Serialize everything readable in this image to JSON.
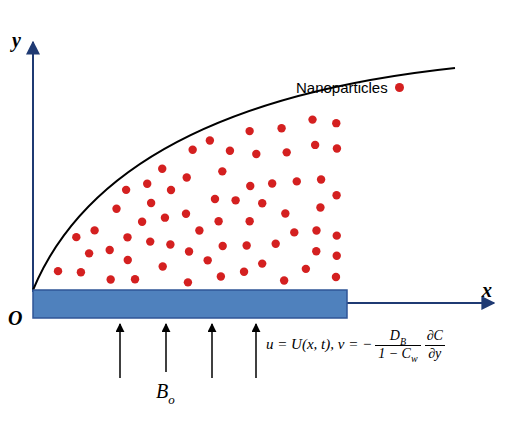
{
  "diagram": {
    "labels": [
      "y",
      "x",
      "O",
      "B",
      "o",
      "u = U(x, t), v = −",
      "D",
      "B",
      "1 − C",
      "w",
      "∂C",
      "∂y"
    ],
    "legend": [
      {
        "text": "Nanoparticles",
        "color": "#d42020"
      }
    ]
  }
}
